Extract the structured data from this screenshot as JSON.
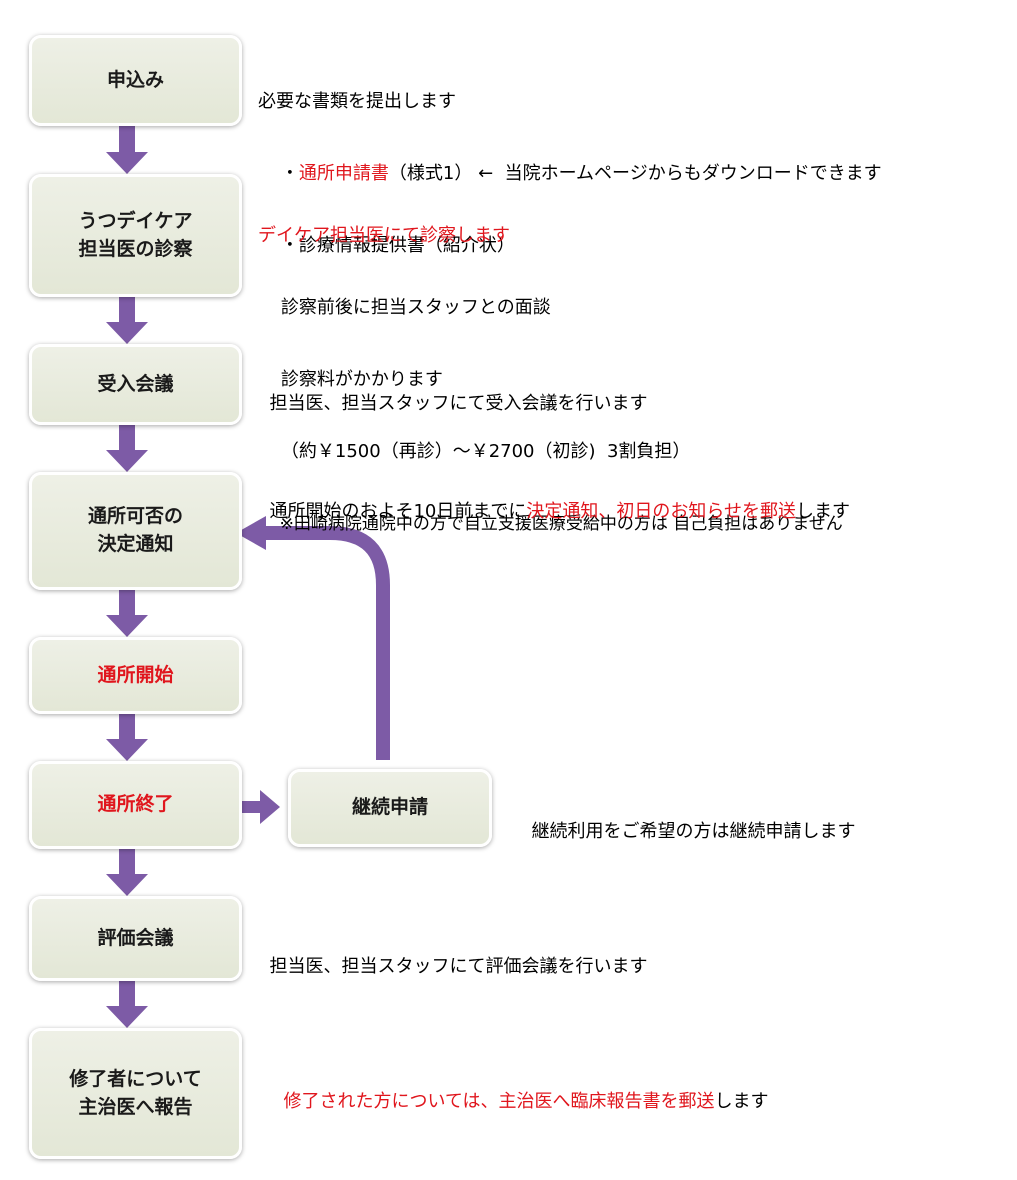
{
  "steps": {
    "apply": "申込み",
    "exam": "うつデイケア\n担当医の診察",
    "meeting": "受入会議",
    "decision": "通所可否の\n決定通知",
    "start": "通所開始",
    "end": "通所終了",
    "continue": "継続申請",
    "evaluation": "評価会議",
    "report": "修了者について\n主治医へ報告"
  },
  "notes": {
    "apply": {
      "line1": "必要な書類を提出します",
      "line2_prefix": "    ・",
      "line2_red": "通所申請書",
      "line2_rest": "（様式1） ←  当院ホームページからもダウンロードできます",
      "line3": "    ・診療情報提供書（紹介状）"
    },
    "exam": {
      "line1_red": "デイケア担当医にて診察します",
      "line2": "    診察前後に担当スタッフとの面談",
      "line3": "    診察料がかかります",
      "line4": "    （約￥1500（再診）～￥2700（初診)  3割負担）",
      "line5": "    ※田崎病院通院中の方で自立支援医療受給中の方は 自己負担はありません"
    },
    "meeting": "担当医、担当スタッフにて受入会議を行います",
    "decision": {
      "prefix": "通所開始のおよそ10日前までに",
      "red": "決定通知、初日のお知らせを郵送",
      "suffix": "します"
    },
    "continue": "継続利用をご希望の方は継続申請します",
    "evaluation": "担当医、担当スタッフにて評価会議を行います",
    "report": {
      "red": "修了された方については、主治医へ臨床報告書を郵送",
      "suffix": "します"
    }
  },
  "colors": {
    "arrow": "#7d5ba6",
    "accent_red": "#e0161d",
    "box_fill": "#e6e9da"
  }
}
